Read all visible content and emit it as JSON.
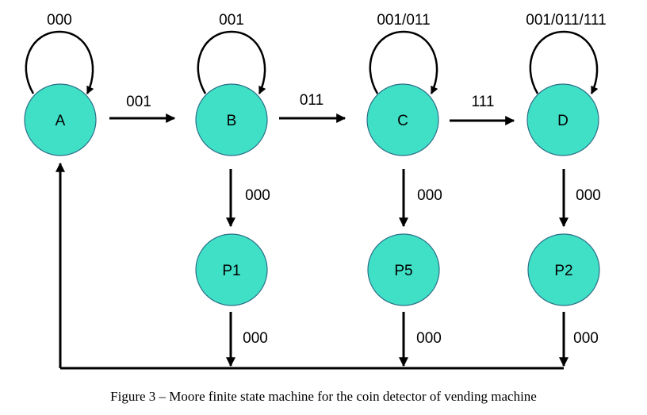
{
  "states": [
    {
      "id": "A",
      "label": "A"
    },
    {
      "id": "B",
      "label": "B"
    },
    {
      "id": "C",
      "label": "C"
    },
    {
      "id": "D",
      "label": "D"
    },
    {
      "id": "P1",
      "label": "P1"
    },
    {
      "id": "P5",
      "label": "P5"
    },
    {
      "id": "P2",
      "label": "P2"
    }
  ],
  "self_loops": {
    "A": "000",
    "B": "001",
    "C": "001/011",
    "D": "001/011/111"
  },
  "transitions": {
    "a_to_b": "001",
    "b_to_c": "011",
    "c_to_d": "111",
    "b_to_p1": "000",
    "c_to_p5": "000",
    "d_to_p2": "000",
    "p1_return": "000",
    "p5_return": "000",
    "p2_return": "000"
  },
  "colors": {
    "state_fill": "#40e0c6",
    "state_stroke": "#2a6f88",
    "line": "#000000"
  },
  "caption": "Figure 3 – Moore finite state machine for the coin detector of vending machine"
}
